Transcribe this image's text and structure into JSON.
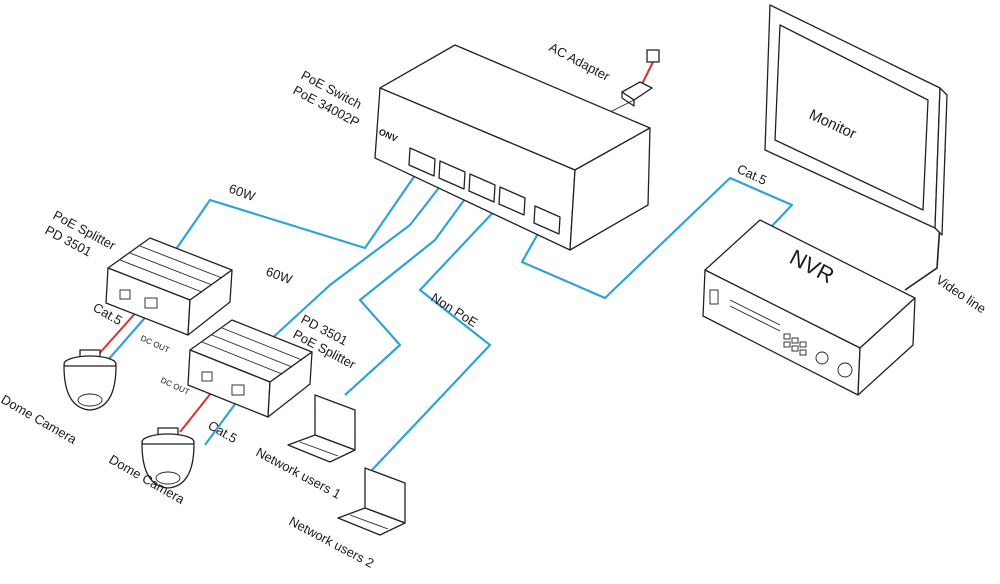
{
  "switch": {
    "label_line1": "PoE  Switch",
    "label_line2": "PoE 34002P",
    "brand": "ONV"
  },
  "ac_adapter": {
    "label": "AC Adapter"
  },
  "monitor": {
    "label": "Monitor"
  },
  "nvr": {
    "label": "NVR"
  },
  "links": {
    "cat5_nvr": "Cat.5",
    "video_line": "Video line",
    "w60_a": "60W",
    "w60_b": "60W",
    "non_poe": "Non PoE",
    "cat5_splitter1": "Cat.5",
    "cat5_splitter2": "Cat.5"
  },
  "splitter1": {
    "label_line1": "PoE Splitter",
    "label_line2": "PD 3501",
    "dc_out": "DC OUT"
  },
  "splitter2": {
    "label_line1": "PD 3501",
    "label_line2": "PoE Splitter",
    "dc_out": "DC OUT"
  },
  "camera1": {
    "label": "Dome Camera"
  },
  "camera2": {
    "label": "Dome Camera"
  },
  "user1": {
    "label": "Network users 1"
  },
  "user2": {
    "label": "Network users 2"
  },
  "colors": {
    "cable": "#2ea3d6",
    "power": "#d9342b",
    "outline": "#222222"
  }
}
